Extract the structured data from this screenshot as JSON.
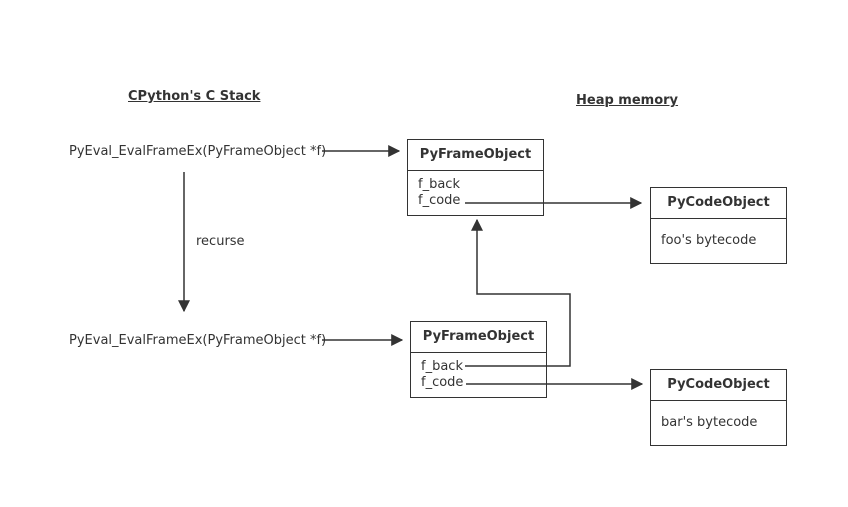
{
  "stack": {
    "heading": "CPython's C Stack",
    "call_top": "PyEval_EvalFrameEx(PyFrameObject *f)",
    "call_bottom": "PyEval_EvalFrameEx(PyFrameObject *f)",
    "recurse_label": "recurse"
  },
  "heap": {
    "heading": "Heap memory",
    "frame_top": {
      "title": "PyFrameObject",
      "field_back": "f_back",
      "field_code": "f_code"
    },
    "frame_bottom": {
      "title": "PyFrameObject",
      "field_back": "f_back",
      "field_code": "f_code"
    },
    "code_top": {
      "title": "PyCodeObject",
      "body": "foo's bytecode"
    },
    "code_bottom": {
      "title": "PyCodeObject",
      "body": "bar's bytecode"
    }
  },
  "colors": {
    "ink": "#333333",
    "background": "#ffffff"
  }
}
